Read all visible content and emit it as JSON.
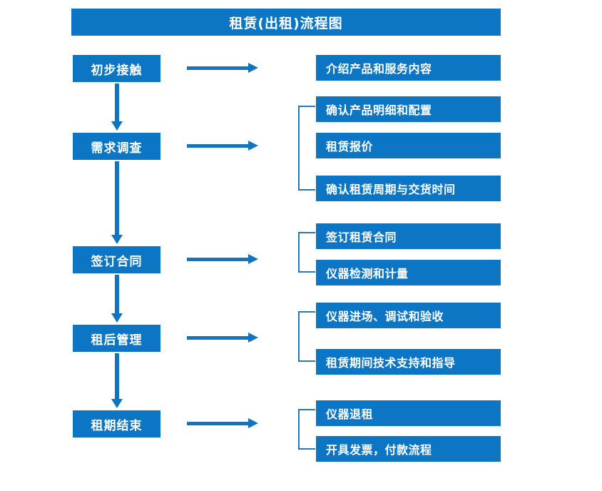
{
  "chart_data": {
    "type": "diagram",
    "title": "租赁(出租)流程图",
    "diagram_kind": "flowchart",
    "orientation": "vertical-stages-with-right-details",
    "stages": [
      {
        "label": "初步接触",
        "details": [
          "介绍产品和服务内容"
        ],
        "bracketed": false
      },
      {
        "label": "需求调查",
        "details": [
          "确认产品明细和配置",
          "租赁报价",
          "确认租赁周期与交货时间"
        ],
        "bracketed": true
      },
      {
        "label": "签订合同",
        "details": [
          "签订租赁合同",
          "仪器检测和计量"
        ],
        "bracketed": true
      },
      {
        "label": "租后管理",
        "details": [
          "仪器进场、调试和验收",
          "租赁期间技术支持和指导"
        ],
        "bracketed": true
      },
      {
        "label": "租期结束",
        "details": [
          "仪器退租",
          "开具发票，付款流程"
        ],
        "bracketed": true
      }
    ],
    "colors": {
      "box_fill": "#0C76C4",
      "box_text": "#FFFFFF",
      "arrow": "#1274BC",
      "bracket": "#2E75B6",
      "background": "#FFFFFF"
    }
  },
  "title": {
    "text": "租赁(出租)流程图"
  },
  "stages": [
    {
      "label": "初步接触"
    },
    {
      "label": "需求调查"
    },
    {
      "label": "签订合同"
    },
    {
      "label": "租后管理"
    },
    {
      "label": "租期结束"
    }
  ],
  "details": [
    {
      "label": "介绍产品和服务内容"
    },
    {
      "label": "确认产品明细和配置"
    },
    {
      "label": "租赁报价"
    },
    {
      "label": "确认租赁周期与交货时间"
    },
    {
      "label": "签订租赁合同"
    },
    {
      "label": "仪器检测和计量"
    },
    {
      "label": "仪器进场、调试和验收"
    },
    {
      "label": "租赁期间技术支持和指导"
    },
    {
      "label": "仪器退租"
    },
    {
      "label": "开具发票，付款流程"
    }
  ]
}
